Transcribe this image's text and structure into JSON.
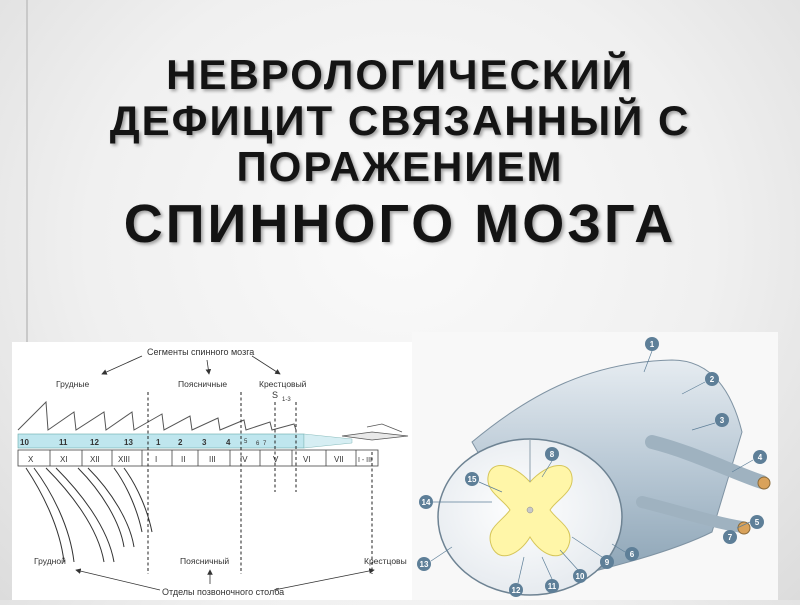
{
  "title": {
    "line1": "НЕВРОЛОГИЧЕСКИЙ",
    "line2": "ДЕФИЦИТ СВЯЗАННЫЙ С",
    "line3": "ПОРАЖЕНИЕМ",
    "line4": "СПИННОГО МОЗГА"
  },
  "segments_diagram": {
    "top_caption": "Сегменты спинного мозга",
    "label_thoracic": "Грудные",
    "label_lumbar": "Поясничные",
    "label_sacral": "Крестцовый",
    "label_s": "S",
    "label_s_sub": "1-3",
    "cord_segments": [
      "10",
      "11",
      "12",
      "13",
      "1",
      "2",
      "3",
      "4",
      "5",
      "6",
      "7"
    ],
    "vertebrae": [
      "X",
      "XI",
      "XII",
      "XIII",
      "I",
      "II",
      "III",
      "IV",
      "V",
      "VI",
      "VII",
      "I - III"
    ],
    "bottom_thoracic": "Грудной",
    "bottom_lumbar": "Поясничный",
    "bottom_sacral": "Крестцовы",
    "bottom_caption": "Отделы позвоночного столба"
  },
  "cross_section": {
    "labels": [
      "1",
      "2",
      "3",
      "4",
      "5",
      "6",
      "7",
      "8",
      "9",
      "10",
      "11",
      "12",
      "13",
      "14",
      "15"
    ]
  }
}
